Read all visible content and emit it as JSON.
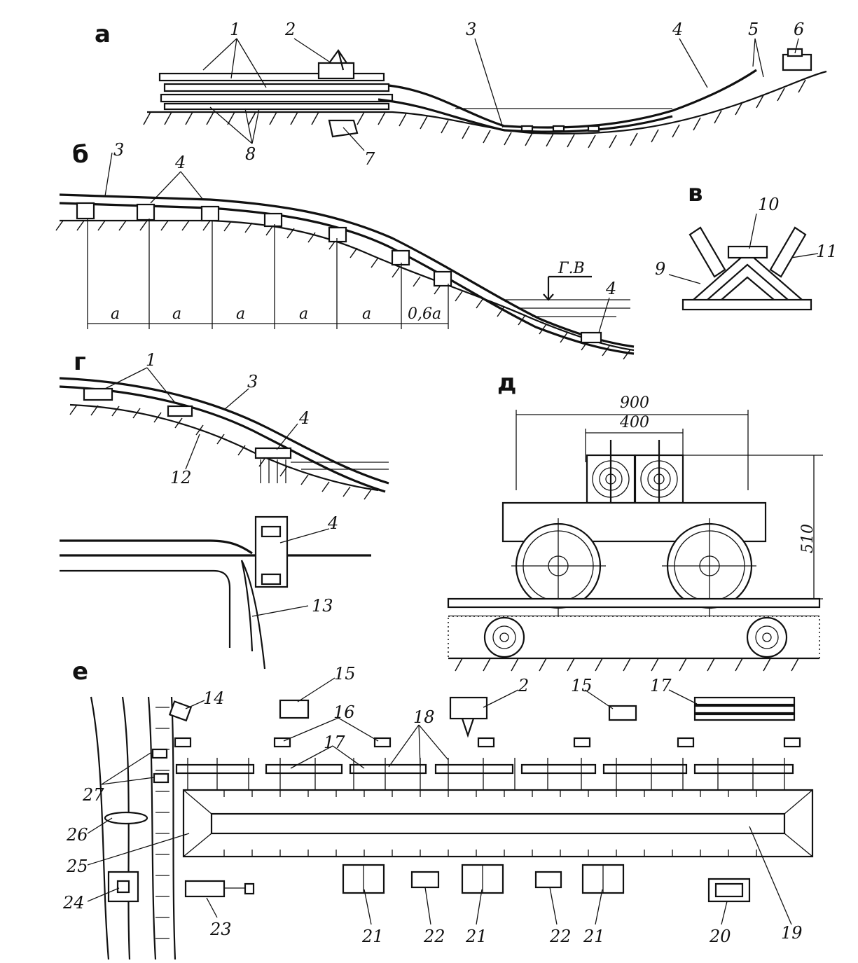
{
  "panels": {
    "a": "а",
    "b": "б",
    "v": "в",
    "g": "г",
    "d": "д",
    "e": "е"
  },
  "panel_a_labels": [
    "1",
    "2",
    "3",
    "4",
    "5",
    "6",
    "7",
    "8"
  ],
  "panel_b_labels": [
    "3",
    "4",
    "4"
  ],
  "panel_b_spacing": [
    "a",
    "a",
    "a",
    "a",
    "a",
    "0,6a"
  ],
  "panel_b_water_level": "Г.В",
  "panel_v_labels": [
    "9",
    "10",
    "11"
  ],
  "panel_g_labels": [
    "1",
    "3",
    "4",
    "12",
    "4",
    "13"
  ],
  "panel_d_dimensions": {
    "width_total": "900",
    "width_inner": "400",
    "height": "510"
  },
  "panel_e_labels": [
    "14",
    "15",
    "16",
    "2",
    "15",
    "17",
    "17",
    "18",
    "27",
    "26",
    "25",
    "24",
    "23",
    "21",
    "22",
    "21",
    "22",
    "21",
    "20",
    "19"
  ]
}
